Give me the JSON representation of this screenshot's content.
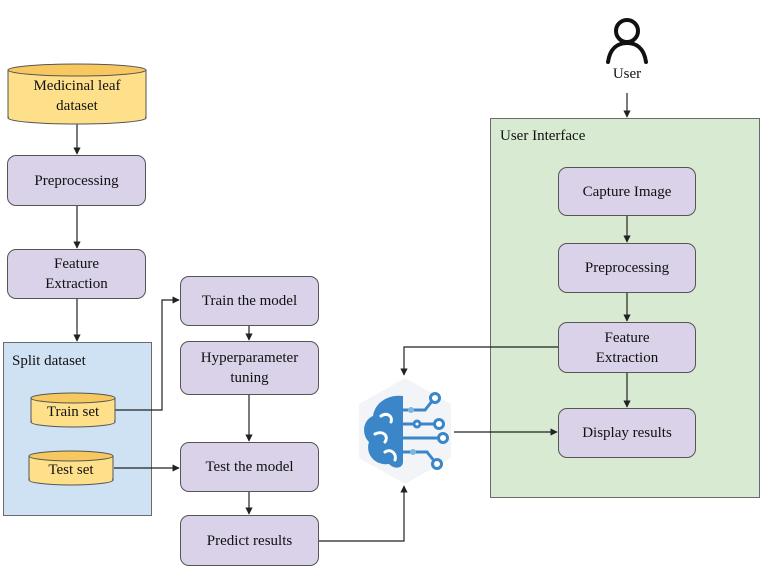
{
  "datasource": {
    "label_line1": "Medicinal leaf",
    "label_line2": "dataset"
  },
  "left_flow": {
    "preprocessing": "Preprocessing",
    "feature_extraction_line1": "Feature",
    "feature_extraction_line2": "Extraction"
  },
  "split_dataset": {
    "title": "Split dataset",
    "train_set": "Train set",
    "test_set": "Test set"
  },
  "model_flow": {
    "train": "Train the model",
    "hyper_line1": "Hyperparameter",
    "hyper_line2": "tuning",
    "test": "Test the model",
    "predict": "Predict results"
  },
  "user": {
    "label": "User"
  },
  "user_interface": {
    "title": "User Interface",
    "capture": "Capture Image",
    "preprocessing": "Preprocessing",
    "feature_line1": "Feature",
    "feature_line2": "Extraction",
    "display": "Display results"
  },
  "colors": {
    "node_fill": "#d9d2e9",
    "cylinder_fill": "#ffe08a",
    "cylinder_dark": "#f6c85f",
    "split_group_fill": "#cfe2f3",
    "ui_group_fill": "#d9ead3",
    "ml_icon_blue": "#3b86c8",
    "ml_icon_light": "#7fb5e0"
  },
  "icons": {
    "user": "user-icon",
    "ml": "machine-learning-brain-icon"
  }
}
